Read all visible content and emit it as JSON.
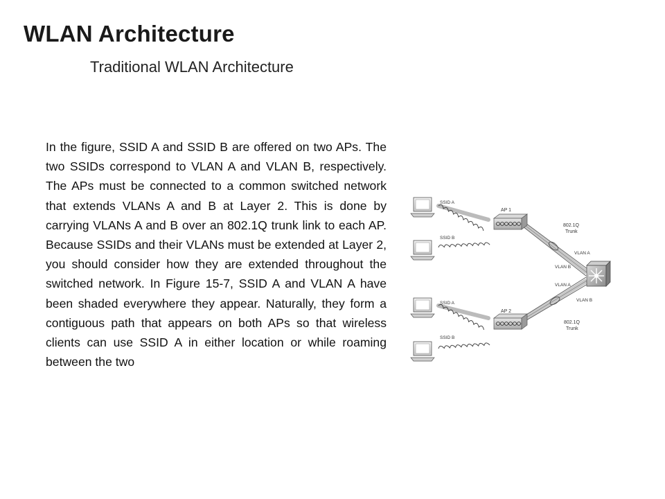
{
  "slide": {
    "title": "WLAN Architecture",
    "subtitle": "Traditional WLAN Architecture",
    "body": "In the figure, SSID A and SSID B are offered on two APs. The two SSIDs correspond to VLAN A and VLAN B, respectively. The APs must be  connected to a common switched network that extends VLANs A and B at Layer 2. This is done by carrying VLANs A and B over an 802.1Q trunk link to each AP. Because SSIDs and their VLANs must be extended at Layer 2, you should consider how they are extended throughout the switched network. In Figure 15-7, SSID A and VLAN A have been shaded everywhere they appear. Naturally, they form a contiguous path that appears on both APs so that wireless clients can use SSID A in either location or while roaming between the two"
  },
  "diagram": {
    "ssid_a": "SSID A",
    "ssid_b": "SSID B",
    "ap1": "AP 1",
    "ap2": "AP 2",
    "trunk_top_1": "802.1Q",
    "trunk_top_2": "Trunk",
    "trunk_bot_1": "802.1Q",
    "trunk_bot_2": "Trunk",
    "vlan_a_top": "VLAN A",
    "vlan_b_top": "VLAN B",
    "vlan_a_bot": "VLAN A",
    "vlan_b_bot": "VLAN B"
  }
}
